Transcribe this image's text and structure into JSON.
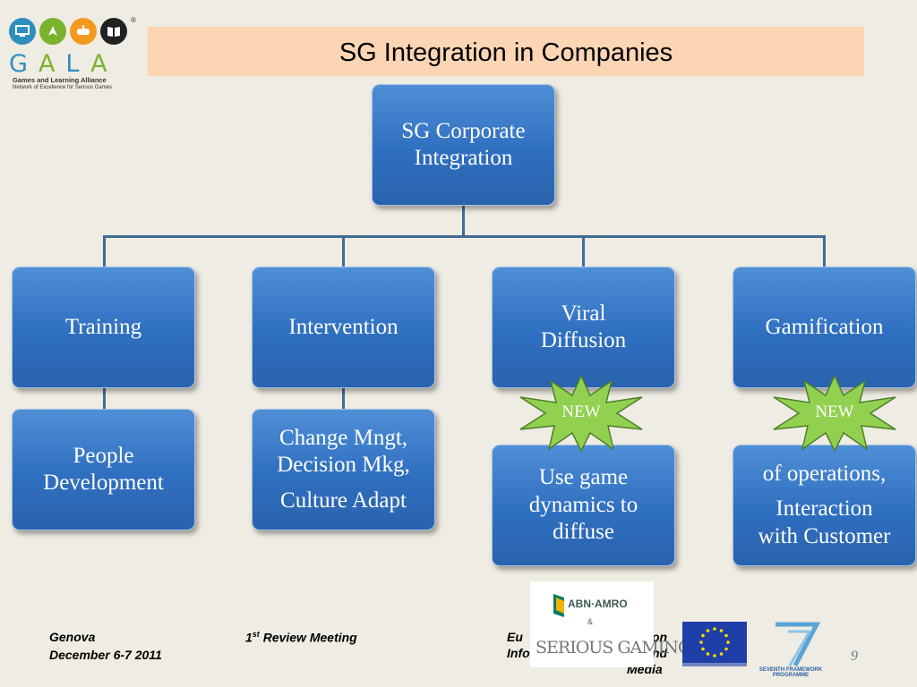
{
  "logo": {
    "wordmark": [
      "G",
      "A",
      "L",
      "A"
    ],
    "tagline": "Games and Learning Alliance",
    "subtagline": "Network of Excellence for Serious Games",
    "registered": "®",
    "circle_colors": [
      "#2e8fbf",
      "#7ab32e",
      "#f39a1e",
      "#222222"
    ]
  },
  "title": "SG Integration in Companies",
  "diagram": {
    "root": [
      "SG Corporate",
      "Integration"
    ],
    "branches": [
      {
        "label": [
          "Training"
        ],
        "detail": [
          [
            "People",
            "Development"
          ]
        ]
      },
      {
        "label": [
          "Intervention"
        ],
        "detail": [
          [
            "Change Mngt,",
            "Decision Mkg,"
          ],
          [
            "Culture Adapt"
          ]
        ]
      },
      {
        "label": [
          "Viral",
          "Diffusion"
        ],
        "detail": [
          [
            "Use game",
            "dynamics  to",
            "diffuse"
          ]
        ],
        "badge": "NEW"
      },
      {
        "label": [
          "Gamification"
        ],
        "detail": [
          [
            "of operations,"
          ],
          [
            "Interaction",
            "with Customer"
          ]
        ],
        "badge": "NEW"
      }
    ]
  },
  "colors": {
    "box_fill": "#2f6fc0",
    "title_bar": "#fcd5b4",
    "connector": "#406b95",
    "badge_fill": "#92d050"
  },
  "footer": {
    "location": "Genova",
    "date": "December 6-7 2011",
    "meeting_prefix": "1",
    "meeting_sup": "st",
    "meeting_suffix": " Review Meeting",
    "eu_line1": "Eu",
    "eu_line1_end": "on",
    "eu_line2": "Info",
    "eu_line2_end": "nd",
    "eu_line3": "Media",
    "page": "9"
  },
  "partner_logo": {
    "name": "ABN·AMRO",
    "amp": "&",
    "partner": "SERIOUS GAMING"
  },
  "fp7": {
    "caption": "SEVENTH FRAMEWORK PROGRAMME"
  }
}
